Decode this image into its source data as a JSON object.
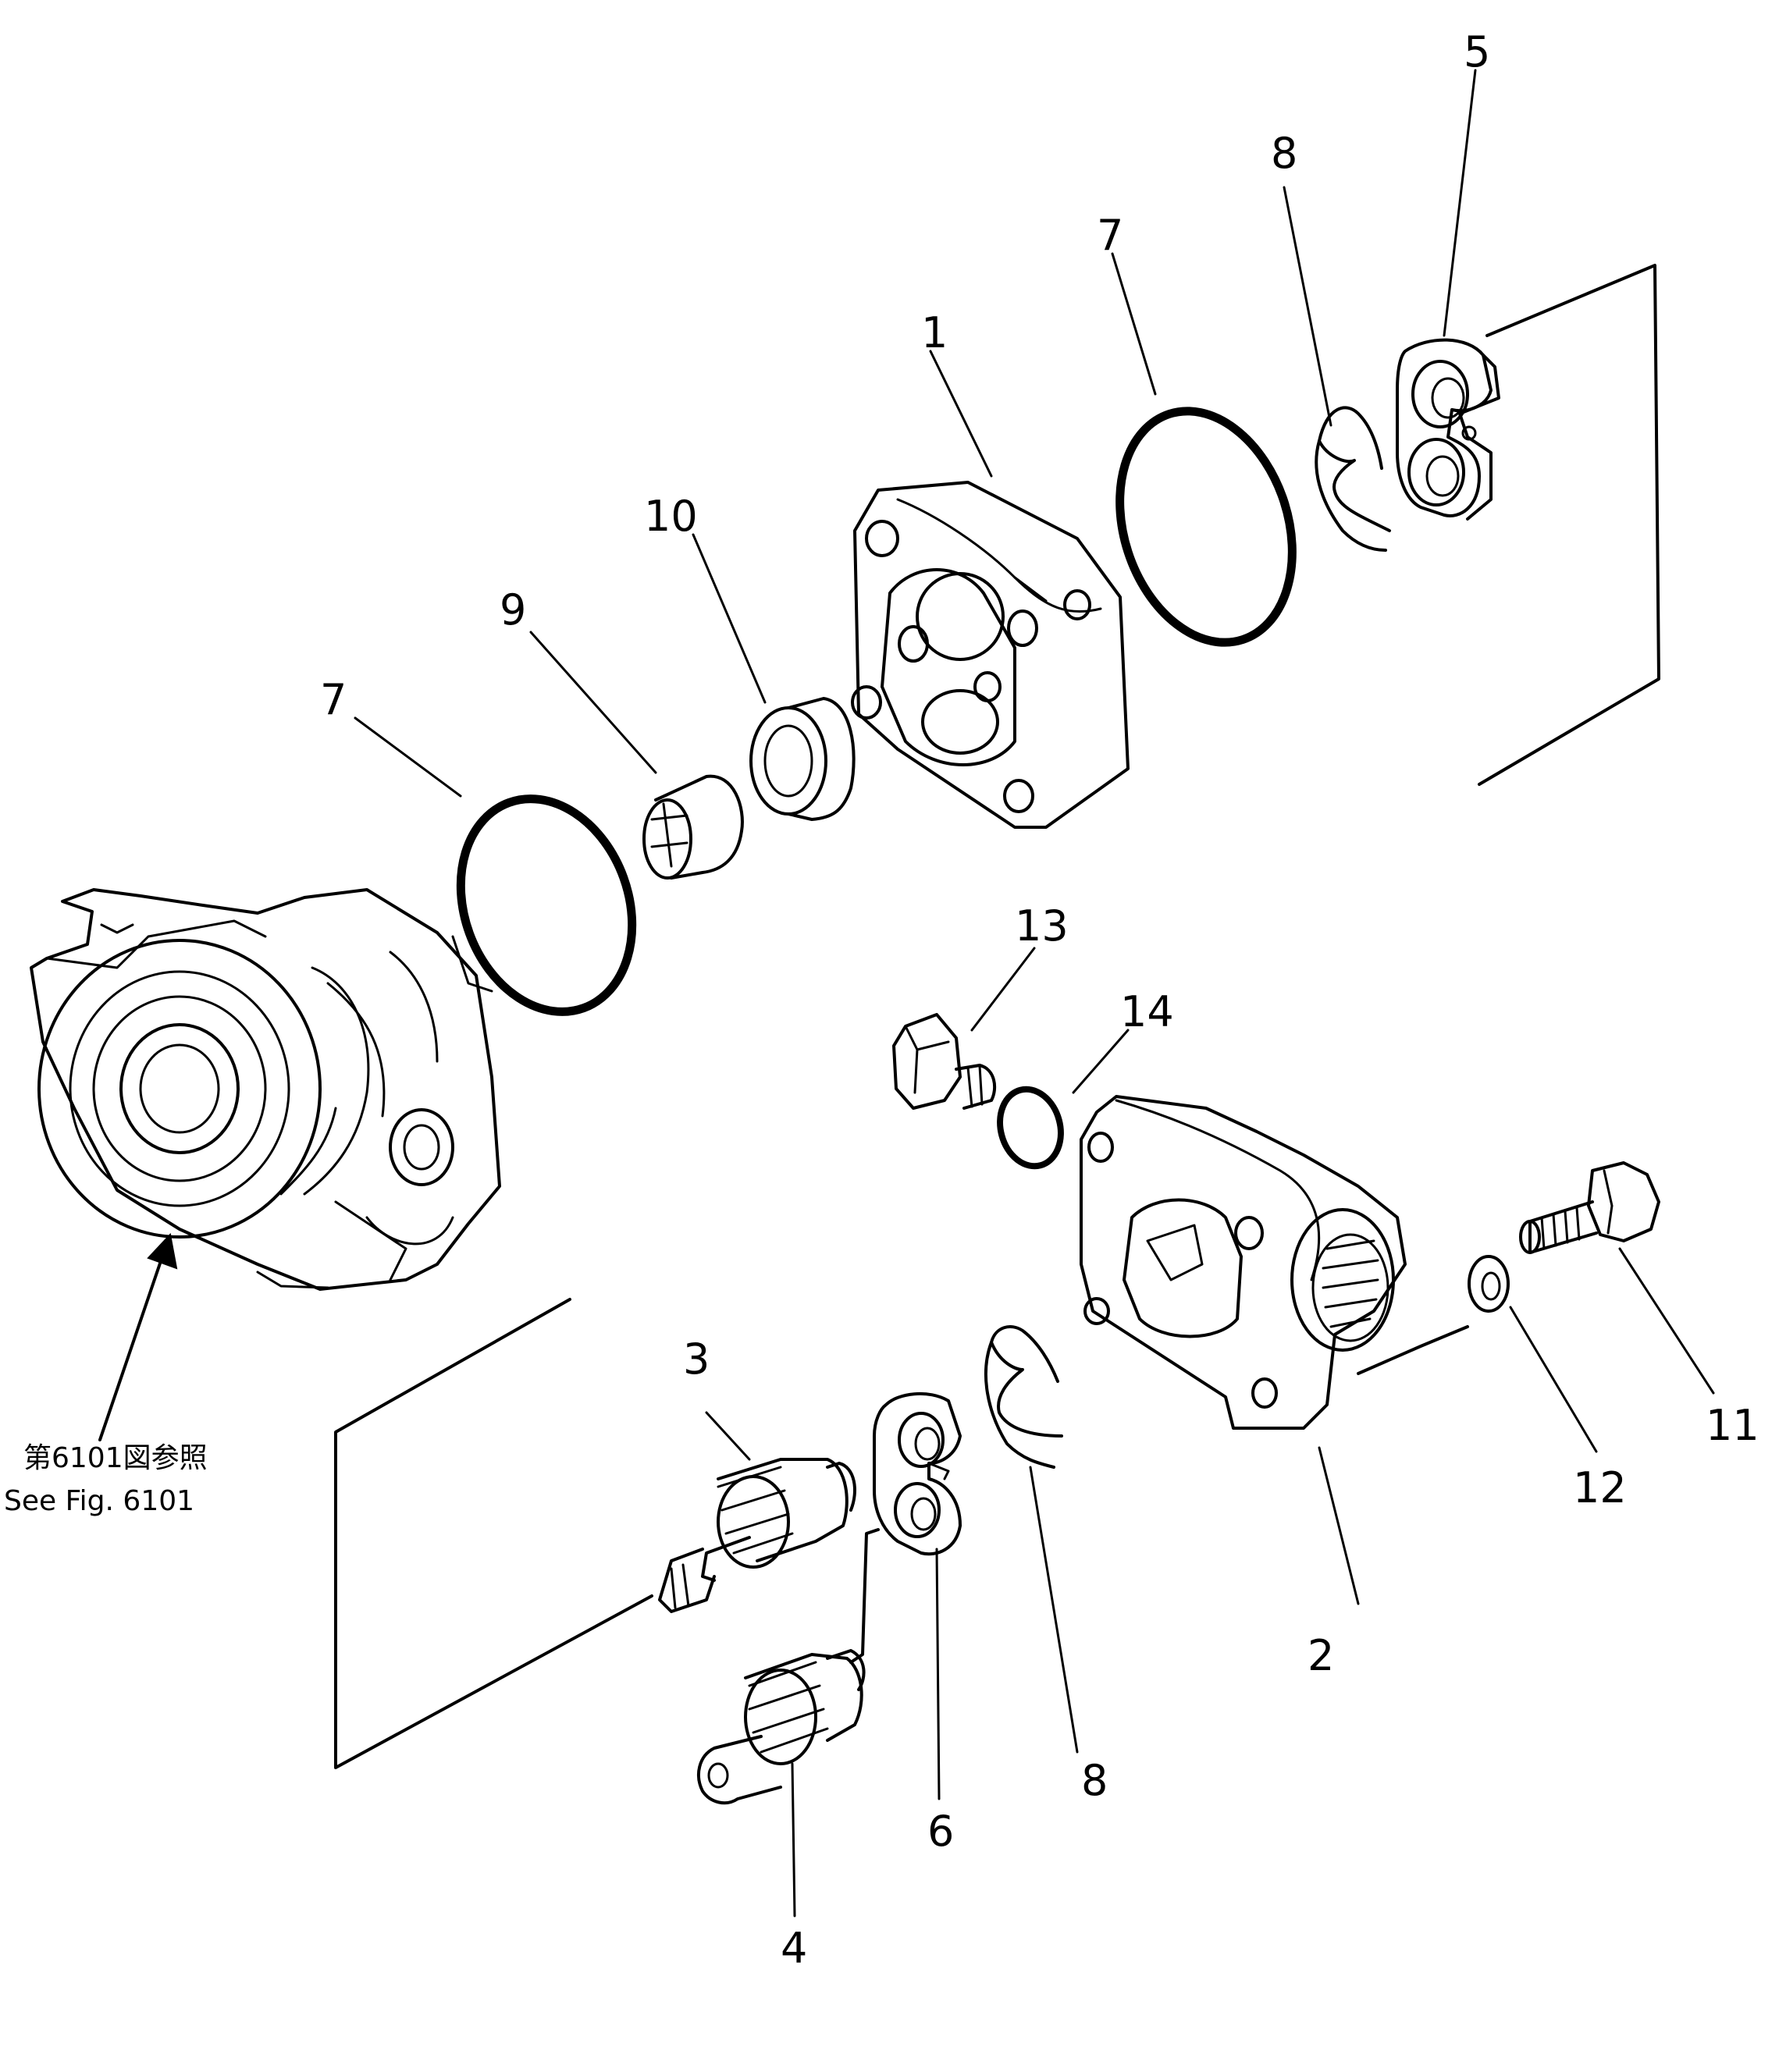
{
  "diagram": {
    "callouts": [
      {
        "id": "c1",
        "text": "1"
      },
      {
        "id": "c2",
        "text": "2"
      },
      {
        "id": "c3",
        "text": "3"
      },
      {
        "id": "c4",
        "text": "4"
      },
      {
        "id": "c5",
        "text": "5"
      },
      {
        "id": "c6",
        "text": "6"
      },
      {
        "id": "c7a",
        "text": "7"
      },
      {
        "id": "c7b",
        "text": "7"
      },
      {
        "id": "c8a",
        "text": "8"
      },
      {
        "id": "c8b",
        "text": "8"
      },
      {
        "id": "c9",
        "text": "9"
      },
      {
        "id": "c10",
        "text": "10"
      },
      {
        "id": "c11",
        "text": "11"
      },
      {
        "id": "c12",
        "text": "12"
      },
      {
        "id": "c13",
        "text": "13"
      },
      {
        "id": "c14",
        "text": "14"
      }
    ],
    "reference": {
      "japanese": "第6101図参照",
      "english": "See Fig. 6101"
    }
  }
}
